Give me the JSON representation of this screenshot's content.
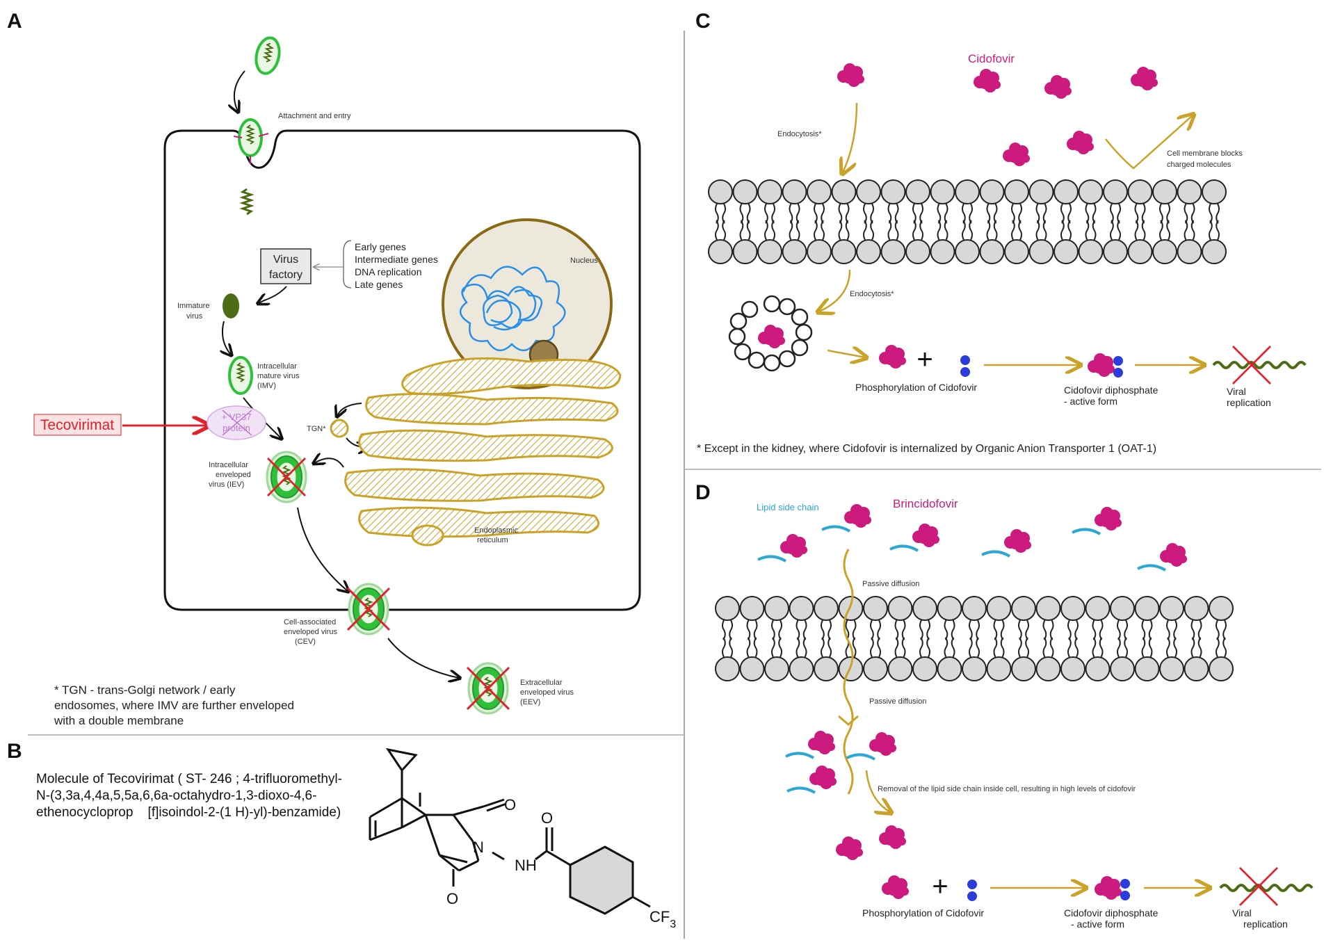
{
  "colors": {
    "virus_green": "#2fbf3a",
    "dark_green": "#4b6b14",
    "drug_magenta": "#cc1a7e",
    "gold": "#c9a227",
    "lipid_cyan": "#2aa7d4",
    "phosphate_blue": "#2b3bdc",
    "inhibit_red": "#e0202a",
    "dna_blue": "#2a8fe6"
  },
  "panel_a": {
    "letter": "A",
    "attachment": "Attachment and entry",
    "virus_factory": [
      "Virus",
      "factory"
    ],
    "genes": [
      "Early genes",
      "Intermediate genes",
      "DNA replication",
      "Late genes"
    ],
    "nucleus": "Nucleus",
    "immature": [
      "Immature",
      "virus"
    ],
    "imv": [
      "Intracellular",
      "mature virus",
      "(IMV)"
    ],
    "tecovirimat": "Tecovirimat",
    "vp37": [
      "+ VP37",
      "protein"
    ],
    "tgn": "TGN*",
    "iev": [
      "Intracellular",
      "enveloped",
      "virus (IEV)"
    ],
    "er": [
      "Endoplasmic",
      "reticulum"
    ],
    "cev": [
      "Cell-associated",
      "enveloped virus",
      "(CEV)"
    ],
    "eev": [
      "Extracellular",
      "enveloped virus",
      "(EEV)"
    ],
    "footnote": [
      "* TGN - trans-Golgi network / early",
      "endosomes, where IMV are further enveloped",
      "with a double membrane"
    ]
  },
  "panel_b": {
    "letter": "B",
    "description": [
      "Molecule of Tecovirimat ( ST- 246 ; 4-trifluoromethyl-",
      "N-(3,3a,4,4a,5,5a,6,6a-octahydro-1,3-dioxo-4,6-",
      "ethenocycloprop    [f]isoindol-2-(1 H)-yl)-benzamide)"
    ],
    "atom_o1": "O",
    "atom_o2": "O",
    "atom_o3": "O",
    "atom_n": "N",
    "atom_nh": "NH",
    "atom_cf3": "CF",
    "atom_cf3_sub": "3"
  },
  "panel_c": {
    "letter": "C",
    "drug": "Cidofovir",
    "endocytosis1": "Endocytosis*",
    "blocks": [
      "Cell membrane blocks",
      "charged molecules"
    ],
    "endocytosis2": "Endocytosis*",
    "phosphorylation": "Phosphorylation of Cidofovir",
    "diphosphate": [
      "Cidofovir diphosphate",
      "- active form"
    ],
    "viral": [
      "Viral",
      "replication"
    ],
    "plus": "+",
    "footnote": "* Except in the kidney, where Cidofovir is internalized by Organic Anion Transporter 1 (OAT-1)"
  },
  "panel_d": {
    "letter": "D",
    "lipid": "Lipid side chain",
    "drug": "Brincidofovir",
    "passive1": "Passive diffusion",
    "passive2": "Passive diffusion",
    "removal": "Removal of the lipid side chain inside cell, resulting in high levels of cidofovir",
    "phosphorylation": "Phosphorylation of Cidofovir",
    "diphosphate": [
      "Cidofovir diphosphate",
      "- active form"
    ],
    "viral": [
      "Viral",
      "replication"
    ],
    "plus": "+"
  }
}
